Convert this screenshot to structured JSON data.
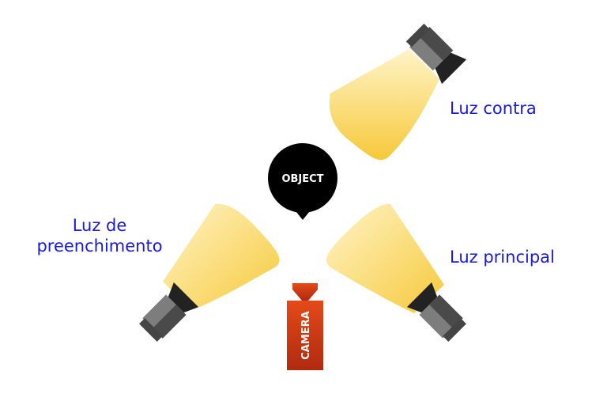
{
  "object": {
    "label": "OBJECT"
  },
  "camera": {
    "label": "CAMERA"
  },
  "lights": {
    "contra": {
      "label": "Luz contra"
    },
    "fill": {
      "line1": "Luz de",
      "line2": "preenchimento"
    },
    "principal": {
      "label": "Luz principal"
    }
  },
  "colors": {
    "label_text": "#1a1ad6",
    "beam_light": "#fff4c8",
    "beam_strong": "#f6c93a",
    "lamp_body": "#333333",
    "lamp_grey": "#8a8a8a",
    "object_fill": "#000000",
    "camera_fill": "#d74618"
  },
  "icons": [
    "spotlight-icon",
    "camera-icon",
    "object-marker-icon"
  ]
}
